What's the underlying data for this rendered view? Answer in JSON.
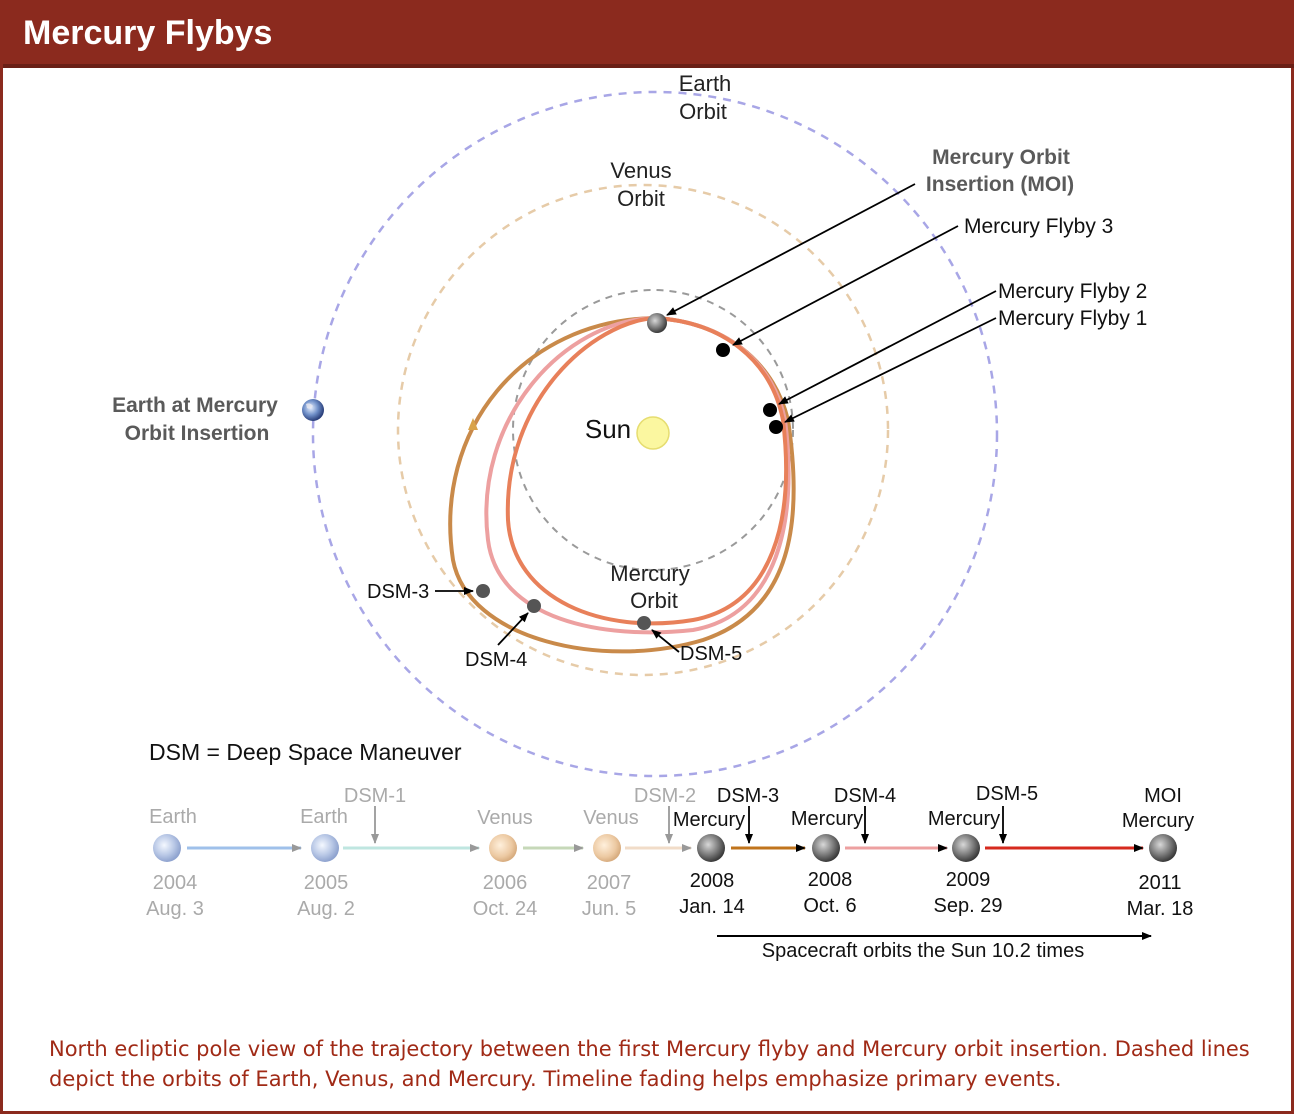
{
  "header": {
    "title": "Mercury Flybys"
  },
  "orbit_labels": {
    "earth": [
      "Earth",
      "Orbit"
    ],
    "venus": [
      "Venus",
      "Orbit"
    ],
    "mercury": [
      "Mercury",
      "Orbit"
    ],
    "sun": "Sun"
  },
  "callouts": {
    "moi": [
      "Mercury Orbit",
      "Insertion (MOI)"
    ],
    "flyby3": "Mercury Flyby 3",
    "flyby2": "Mercury Flyby 2",
    "flyby1": "Mercury Flyby 1",
    "earth_at_moi": [
      "Earth at Mercury",
      "Orbit Insertion"
    ],
    "dsm3": "DSM-3",
    "dsm4": "DSM-4",
    "dsm5": "DSM-5"
  },
  "legend": "DSM = Deep Space Maneuver",
  "timeline": {
    "events": [
      {
        "body": "Earth",
        "year": "2004",
        "date": "Aug. 3"
      },
      {
        "body": "Earth",
        "year": "2005",
        "date": "Aug. 2"
      },
      {
        "body": "Venus",
        "year": "2006",
        "date": "Oct. 24"
      },
      {
        "body": "Venus",
        "year": "2007",
        "date": "Jun. 5"
      },
      {
        "body": "Mercury",
        "year": "2008",
        "date": "Jan. 14"
      },
      {
        "body": "Mercury",
        "year": "2008",
        "date": "Oct. 6"
      },
      {
        "body": "Mercury",
        "year": "2009",
        "date": "Sep. 29"
      },
      {
        "body": "Mercury",
        "top": "MOI",
        "year": "2011",
        "date": "Mar. 18"
      }
    ],
    "maneuvers": [
      "DSM-1",
      "DSM-2",
      "DSM-3",
      "DSM-4",
      "DSM-5"
    ],
    "span_label": "Spacecraft orbits the Sun 10.2 times"
  },
  "caption": "North ecliptic pole view of the trajectory between the first Mercury flyby and Mercury orbit insertion. Dashed lines depict the orbits of Earth, Venus, and Mercury. Timeline fading helps emphasize primary events.",
  "colors": {
    "header": "#8b2a1e",
    "caption": "#a02a16",
    "earth_orbit": "#a8a6e6",
    "venus_orbit": "#e6cba8",
    "mercury_orbit": "#9a9a9a",
    "trajectory_1": "#c98a4a",
    "trajectory_2": "#eda0a0",
    "trajectory_3": "#e8805a",
    "sun": "#fbf7a0"
  }
}
